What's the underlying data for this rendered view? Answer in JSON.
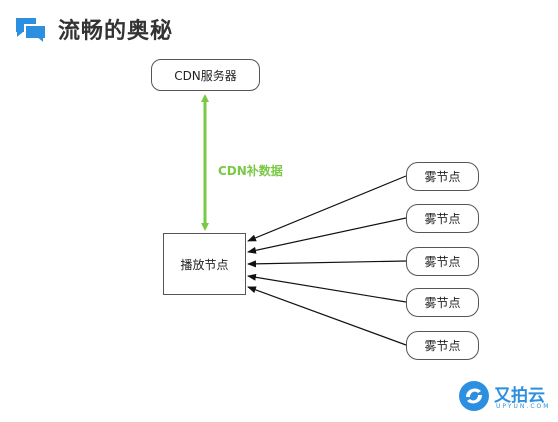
{
  "slide": {
    "title": "流畅的奥秘",
    "accent_color": "#2d8fe0",
    "header_icon": "chat-bubbles-icon"
  },
  "diagram": {
    "cdn_node": {
      "label": "CDN服务器"
    },
    "player_node": {
      "label": "播放节点"
    },
    "fog_nodes": [
      {
        "label": "雾节点"
      },
      {
        "label": "雾节点"
      },
      {
        "label": "雾节点"
      },
      {
        "label": "雾节点"
      },
      {
        "label": "雾节点"
      }
    ],
    "cdn_link": {
      "label": "CDN补数据",
      "color": "#7ac943"
    },
    "fog_link_color": "#111111"
  },
  "logo": {
    "name": "又拍云",
    "subtext": "UPYUN.COM",
    "icon": "upyun-logo-icon",
    "color": "#2d8fe0"
  }
}
